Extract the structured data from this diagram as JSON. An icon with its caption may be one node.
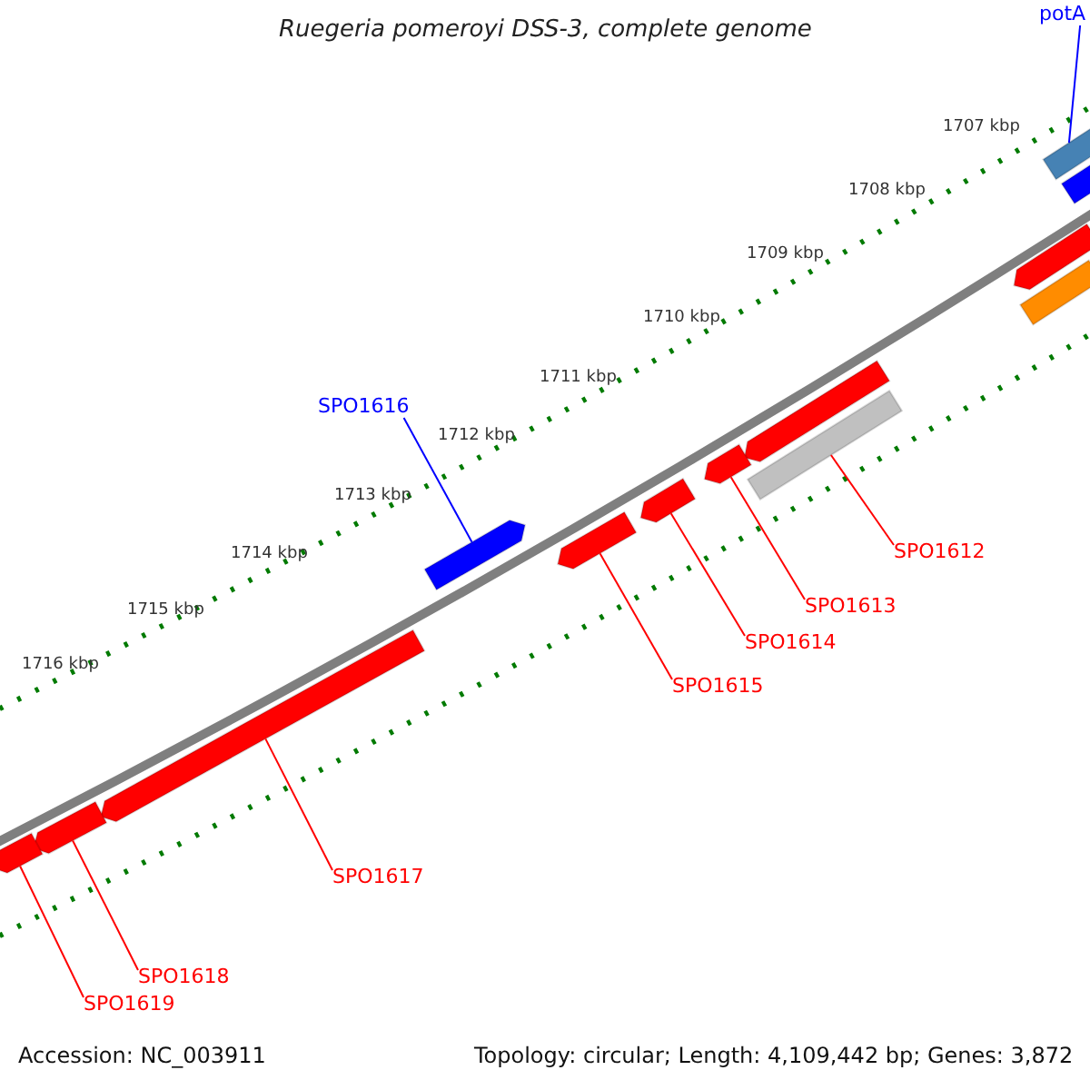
{
  "diagram": {
    "title": "Ruegeria pomeroyi DSS-3, complete genome",
    "nodes": [
      {
        "text": [
          "potA"
        ]
      },
      {
        "text": [
          "SPO1616"
        ]
      },
      {
        "text": [
          "SPO1612"
        ]
      },
      {
        "text": [
          "SPO1613"
        ]
      },
      {
        "text": [
          "SPO1614"
        ]
      },
      {
        "text": [
          "SPO1615"
        ]
      },
      {
        "text": [
          "SPO1617"
        ]
      },
      {
        "text": [
          "SPO1618"
        ]
      },
      {
        "text": [
          "SPO1619"
        ]
      },
      {
        "text": [],
        "shape": "bar"
      },
      {
        "text": [],
        "shape": "bar"
      },
      {
        "text": [],
        "shape": "bar"
      },
      {
        "text": [],
        "shape": "bar"
      },
      {
        "text": [],
        "shape": "bar"
      },
      {
        "text": [],
        "shape": "bar"
      },
      {
        "text": [],
        "shape": "bar"
      },
      {
        "text": [],
        "shape": "bar"
      },
      {
        "text": [],
        "shape": "bar"
      },
      {
        "text": [],
        "shape": "bar"
      },
      {
        "text": [],
        "shape": "bar"
      },
      {
        "text": [],
        "shape": "bar"
      },
      {
        "text": [],
        "shape": "bar"
      }
    ],
    "edges": [
      {
        "from": 0,
        "to": 9,
        "arrow": "none",
        "color": "#0000ff"
      },
      {
        "from": 1,
        "to": 18,
        "arrow": "none",
        "color": "#0000ff"
      },
      {
        "from": 2,
        "to": 14,
        "arrow": "none"
      },
      {
        "from": 3,
        "to": 15,
        "arrow": "none"
      },
      {
        "from": 4,
        "to": 16,
        "arrow": "none"
      },
      {
        "from": 5,
        "to": 17,
        "arrow": "none"
      },
      {
        "from": 6,
        "to": 19,
        "arrow": "none"
      },
      {
        "from": 7,
        "to": 20,
        "arrow": "none"
      },
      {
        "from": 8,
        "to": 21,
        "arrow": "none"
      }
    ],
    "labels": [
      "1707 kbp",
      "1708 kbp",
      "1709 kbp",
      "1710 kbp",
      "1711 kbp",
      "1712 kbp",
      "1713 kbp",
      "1714 kbp",
      "1715 kbp",
      "1716 kbp",
      "Accession: NC_003911",
      "Topology: circular; Length: 4,109,442 bp; Genes: 3,872"
    ]
  }
}
